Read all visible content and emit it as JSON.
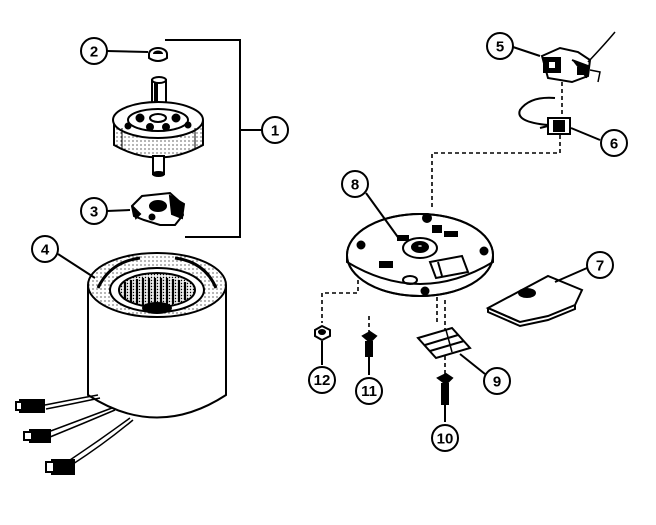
{
  "diagram": {
    "callouts": [
      {
        "id": "1",
        "label": "1"
      },
      {
        "id": "2",
        "label": "2"
      },
      {
        "id": "3",
        "label": "3"
      },
      {
        "id": "4",
        "label": "4"
      },
      {
        "id": "5",
        "label": "5"
      },
      {
        "id": "6",
        "label": "6"
      },
      {
        "id": "7",
        "label": "7"
      },
      {
        "id": "8",
        "label": "8"
      },
      {
        "id": "9",
        "label": "9"
      },
      {
        "id": "10",
        "label": "10"
      },
      {
        "id": "11",
        "label": "11"
      },
      {
        "id": "12",
        "label": "12"
      }
    ],
    "parts": {
      "rotor_assembly": "rotor-assembly",
      "nut": "nut",
      "rotor_clip": "rotor-clip",
      "stator": "stator",
      "switch": "switch",
      "connector": "connector",
      "cover": "cover",
      "end_bell_plate": "end-bell-plate",
      "insulator": "insulator",
      "screw_a": "screw",
      "screw_b": "screw",
      "nut_small": "nut"
    },
    "colors": {
      "ink": "#000000",
      "paper": "#ffffff",
      "shade": "#d0d0d0"
    }
  }
}
